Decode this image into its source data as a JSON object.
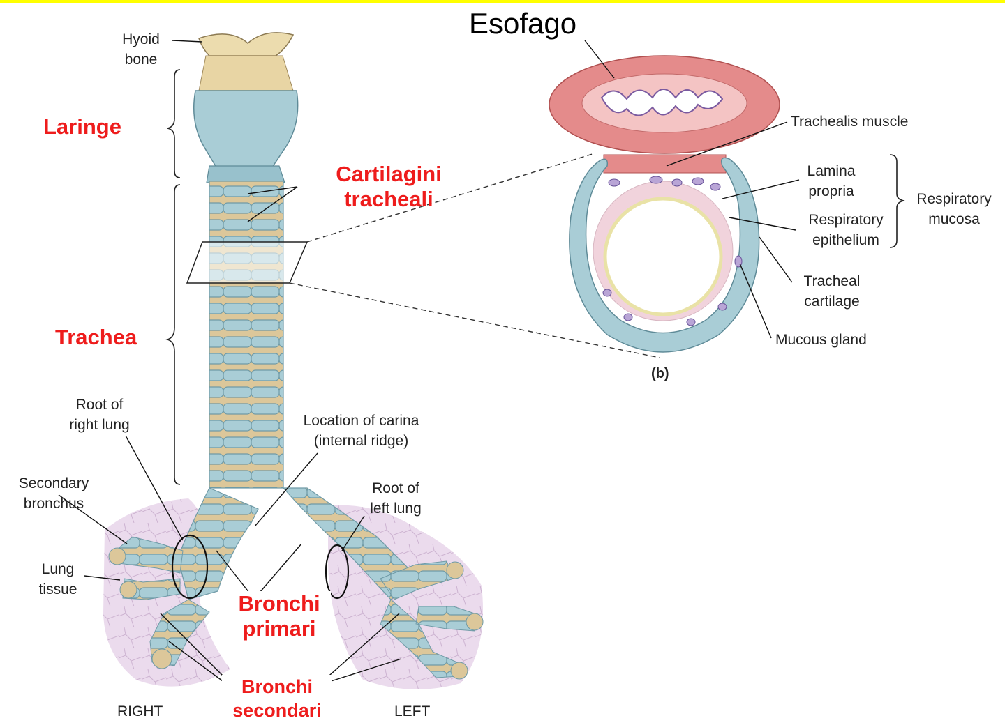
{
  "labels": {
    "esofago": "Esofago",
    "hyoid": [
      "Hyoid",
      "bone"
    ],
    "laringe": "Laringe",
    "cartilagini": [
      "Cartilagini",
      "tracheali"
    ],
    "trachea": "Trachea",
    "root_right": [
      "Root of",
      "right lung"
    ],
    "carina": [
      "Location of carina",
      "(internal ridge)"
    ],
    "secondary_bronchus": [
      "Secondary",
      "bronchus"
    ],
    "root_left": [
      "Root of",
      "left lung"
    ],
    "lung_tissue": [
      "Lung",
      "tissue"
    ],
    "bronchi_primari": [
      "Bronchi",
      "primari"
    ],
    "bronchi_secondari": [
      "Bronchi",
      "secondari"
    ],
    "right": "RIGHT",
    "left": "LEFT",
    "trachealis": "Trachealis muscle",
    "lamina": [
      "Lamina",
      "propria"
    ],
    "resp_epith": [
      "Respiratory",
      "epithelium"
    ],
    "resp_mucosa": [
      "Respiratory",
      "mucosa"
    ],
    "tracheal_cart": [
      "Tracheal",
      "cartilage"
    ],
    "mucous_gland": "Mucous gland",
    "panel_b": "(b)"
  },
  "colors": {
    "cartilage": "#a9cdd6",
    "ligament": "#dcc79a",
    "muscle": "#e48b8b",
    "mucosa": "#f1d3dc",
    "lung": "#ebdbed",
    "highlight": "#ffff00",
    "accent_red": "#ee1c1c"
  }
}
